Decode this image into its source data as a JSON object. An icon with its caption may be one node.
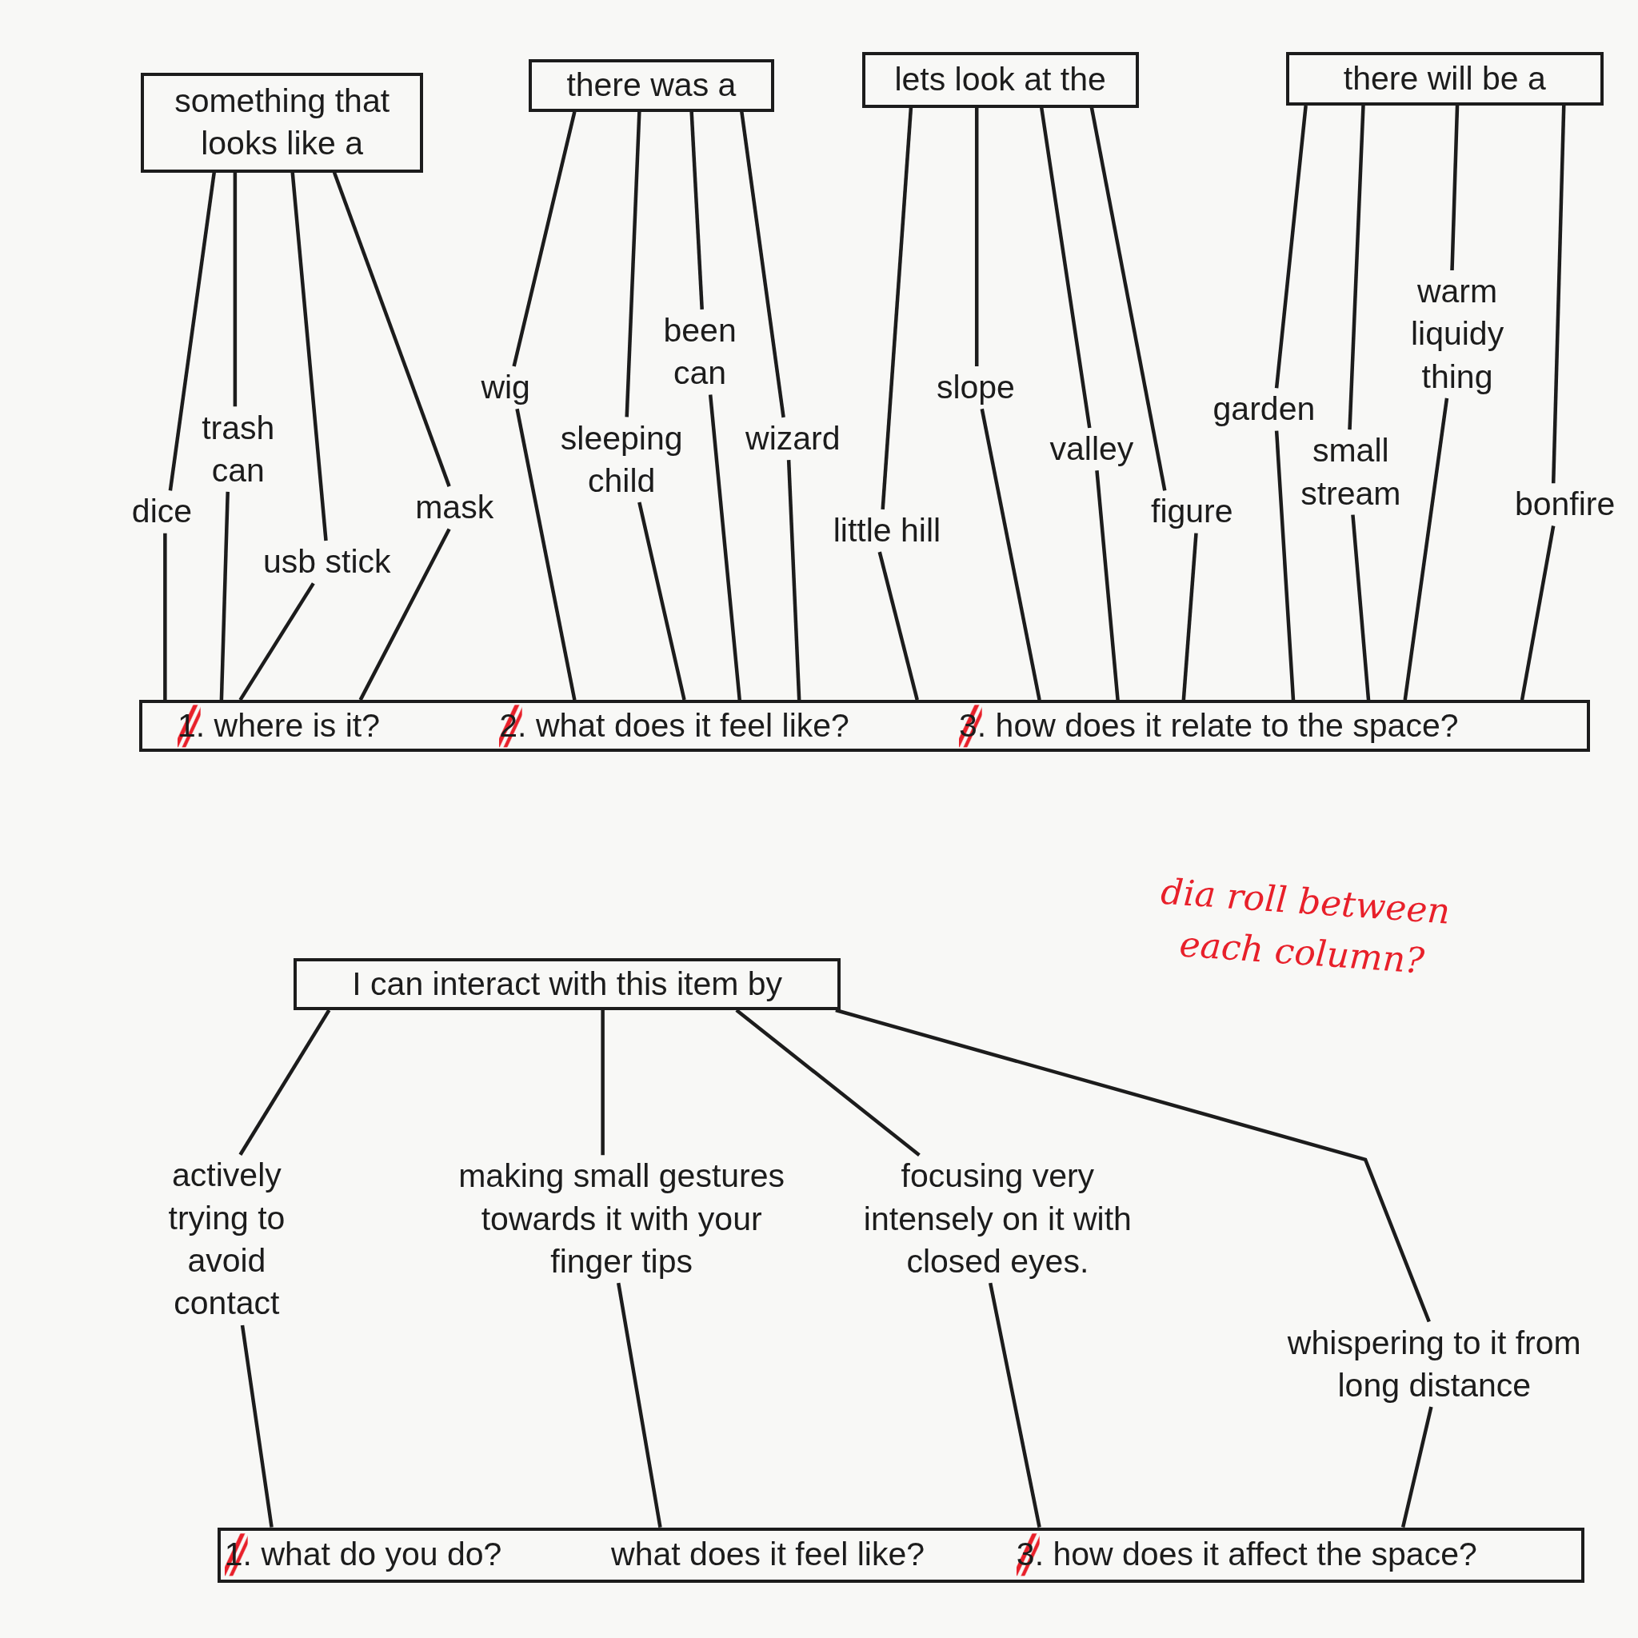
{
  "diagram": {
    "nodes": [
      {
        "text": [
          "something that looks like a"
        ]
      },
      {
        "text": [
          "there was a"
        ]
      },
      {
        "text": [
          "lets look at the"
        ]
      },
      {
        "text": [
          "there will be a"
        ]
      },
      {
        "text": [
          "dice"
        ]
      },
      {
        "text": [
          "trash can"
        ]
      },
      {
        "text": [
          "usb stick"
        ]
      },
      {
        "text": [
          "mask"
        ]
      },
      {
        "text": [
          "wig"
        ]
      },
      {
        "text": [
          "sleeping child"
        ]
      },
      {
        "text": [
          "been can"
        ]
      },
      {
        "text": [
          "wizard"
        ]
      },
      {
        "text": [
          "little hill"
        ]
      },
      {
        "text": [
          "slope"
        ]
      },
      {
        "text": [
          "valley"
        ]
      },
      {
        "text": [
          "figure"
        ]
      },
      {
        "text": [
          "garden"
        ]
      },
      {
        "text": [
          "small stream"
        ]
      },
      {
        "text": [
          "warm liquidy thing"
        ]
      },
      {
        "text": [
          "bonfire"
        ]
      },
      {
        "text": [
          "1. where is it?",
          "2. what does it feel like?",
          "3. how does it relate to the space?"
        ]
      },
      {
        "text": [
          "I can interact with this item by"
        ]
      },
      {
        "text": [
          "actively trying to avoid contact"
        ]
      },
      {
        "text": [
          "making small gestures towards it with your finger tips"
        ]
      },
      {
        "text": [
          "focusing very intensely on it with closed eyes."
        ]
      },
      {
        "text": [
          "whispering to it from long distance"
        ]
      },
      {
        "text": [
          "1. what do you do?",
          "what does it feel like?",
          "3. how does it affect the space?"
        ]
      }
    ],
    "edges": [
      {
        "from": 0,
        "to": 4,
        "arrow": "none"
      },
      {
        "from": 4,
        "to": 20,
        "arrow": "none"
      },
      {
        "from": 0,
        "to": 5,
        "arrow": "none"
      },
      {
        "from": 5,
        "to": 20,
        "arrow": "none"
      },
      {
        "from": 0,
        "to": 6,
        "arrow": "none"
      },
      {
        "from": 6,
        "to": 20,
        "arrow": "none"
      },
      {
        "from": 0,
        "to": 7,
        "arrow": "none"
      },
      {
        "from": 7,
        "to": 20,
        "arrow": "none"
      },
      {
        "from": 1,
        "to": 8,
        "arrow": "none"
      },
      {
        "from": 8,
        "to": 20,
        "arrow": "none"
      },
      {
        "from": 1,
        "to": 9,
        "arrow": "none"
      },
      {
        "from": 9,
        "to": 20,
        "arrow": "none"
      },
      {
        "from": 1,
        "to": 10,
        "arrow": "none"
      },
      {
        "from": 10,
        "to": 20,
        "arrow": "none"
      },
      {
        "from": 1,
        "to": 11,
        "arrow": "none"
      },
      {
        "from": 11,
        "to": 20,
        "arrow": "none"
      },
      {
        "from": 2,
        "to": 12,
        "arrow": "none"
      },
      {
        "from": 12,
        "to": 20,
        "arrow": "none"
      },
      {
        "from": 2,
        "to": 13,
        "arrow": "none"
      },
      {
        "from": 13,
        "to": 20,
        "arrow": "none"
      },
      {
        "from": 2,
        "to": 14,
        "arrow": "none"
      },
      {
        "from": 14,
        "to": 20,
        "arrow": "none"
      },
      {
        "from": 2,
        "to": 15,
        "arrow": "none"
      },
      {
        "from": 15,
        "to": 20,
        "arrow": "none"
      },
      {
        "from": 3,
        "to": 16,
        "arrow": "none"
      },
      {
        "from": 16,
        "to": 20,
        "arrow": "none"
      },
      {
        "from": 3,
        "to": 17,
        "arrow": "none"
      },
      {
        "from": 17,
        "to": 20,
        "arrow": "none"
      },
      {
        "from": 3,
        "to": 18,
        "arrow": "none"
      },
      {
        "from": 18,
        "to": 20,
        "arrow": "none"
      },
      {
        "from": 3,
        "to": 19,
        "arrow": "none"
      },
      {
        "from": 19,
        "to": 20,
        "arrow": "none"
      },
      {
        "from": 21,
        "to": 22,
        "arrow": "none"
      },
      {
        "from": 22,
        "to": 26,
        "arrow": "none"
      },
      {
        "from": 21,
        "to": 23,
        "arrow": "none"
      },
      {
        "from": 23,
        "to": 26,
        "arrow": "none"
      },
      {
        "from": 21,
        "to": 24,
        "arrow": "none"
      },
      {
        "from": 24,
        "to": 26,
        "arrow": "none"
      },
      {
        "from": 21,
        "to": 25,
        "arrow": "none"
      },
      {
        "from": 25,
        "to": 26,
        "arrow": "none"
      }
    ],
    "labels": [
      "dia roll between each column?"
    ]
  }
}
